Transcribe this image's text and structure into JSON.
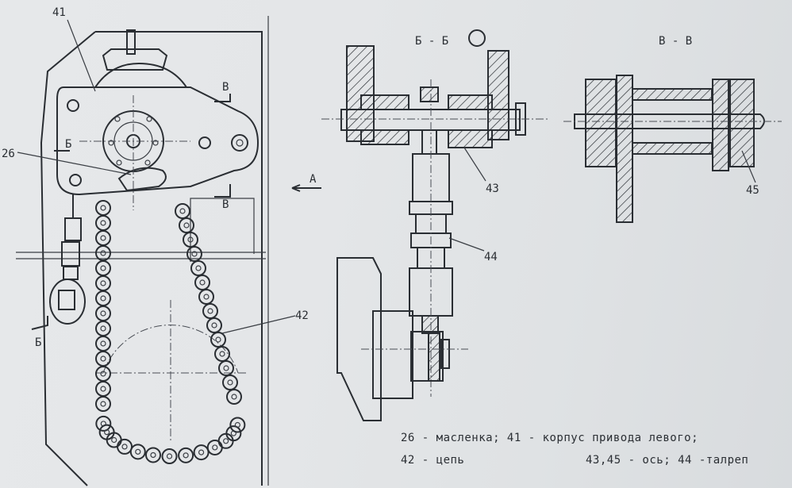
{
  "labels": {
    "part_41": "41",
    "part_26": "26",
    "part_42": "42",
    "part_43": "43",
    "part_44": "44",
    "part_45": "45",
    "section_b_mark": "Б",
    "section_b_mark_lower": "Б",
    "section_v_mark_top": "В",
    "section_v_mark_bottom": "В",
    "view_a": "А",
    "section_bb_title": "Б - Б",
    "section_vv_title": "В - В"
  },
  "caption": {
    "line1": "26 - масленка; 41 - корпус привода левого;",
    "line2_left": "42 - цепь",
    "line2_right": "43,45 - ось; 44 -талреп"
  }
}
